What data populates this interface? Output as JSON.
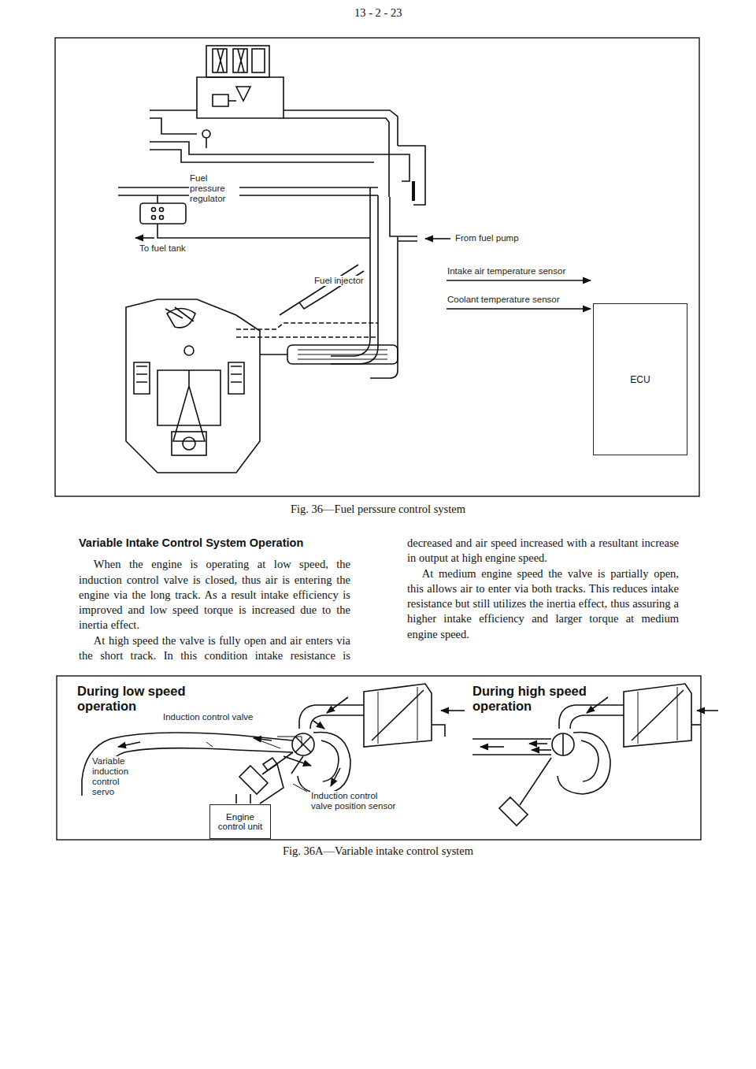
{
  "diagram": {
    "title": "Variable Intake Control System Operation",
    "caption": "Fig. 36A—Variable intake control system",
    "nodes": [
      {
        "text": [
          "ECU"
        ]
      },
      {
        "text": [
          "Engine control unit"
        ]
      }
    ],
    "labels": [
      "13 - 2 - 23",
      "Fuel pressure regulator",
      "To fuel tank",
      "Fuel injector",
      "From fuel pump",
      "Intake air temperature sensor",
      "Coolant temperature sensor",
      "Fig. 36—Fuel perssure control system",
      "When the engine is operating at low speed, the induction control valve is closed, thus air is entering the engine via the long track. As a result intake efficiency is improved and low speed torque is increased due to the inertia effect.",
      "At high speed the valve is fully open and air enters via the short track. In this condition intake resistance is decreased and air speed increased with a resultant increase in output at high engine speed.",
      "At medium engine speed the valve is partially open, this allows air to enter via both tracks. This reduces intake resistance but still utilizes the inertia effect, thus assuring a higher intake efficiency and larger torque at medium engine speed.",
      "During low speed operation",
      "Induction control valve",
      "Variable induction control servo",
      "Induction control valve position sensor",
      "During high speed operation"
    ]
  }
}
